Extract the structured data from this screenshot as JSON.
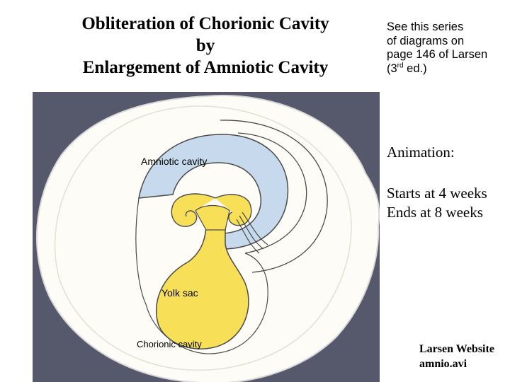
{
  "title": {
    "line1": "Obliteration of Chorionic Cavity",
    "line2": "by",
    "line3": "Enlargement of Amniotic Cavity"
  },
  "note": {
    "line1": "See this series",
    "line2": "of diagrams on",
    "line3": "page 146 of Larsen",
    "line4_pre": "(3",
    "line4_sup": "rd",
    "line4_post": " ed.)"
  },
  "animation": {
    "heading": "Animation:",
    "start": "Starts at 4 weeks",
    "end": "Ends at 8 weeks"
  },
  "website": {
    "line1": "Larsen Website",
    "line2": "amnio.avi"
  },
  "diagram": {
    "labels": {
      "amniotic": "Amniotic cavity",
      "yolk": "Yolk sac",
      "chorionic": "Chorionic cavity"
    },
    "colors": {
      "background": "#56586b",
      "chorion": "#fdfcf6",
      "amniotic": "#c7daed",
      "yolk": "#f7df58",
      "outline": "#4a4a4a"
    }
  }
}
